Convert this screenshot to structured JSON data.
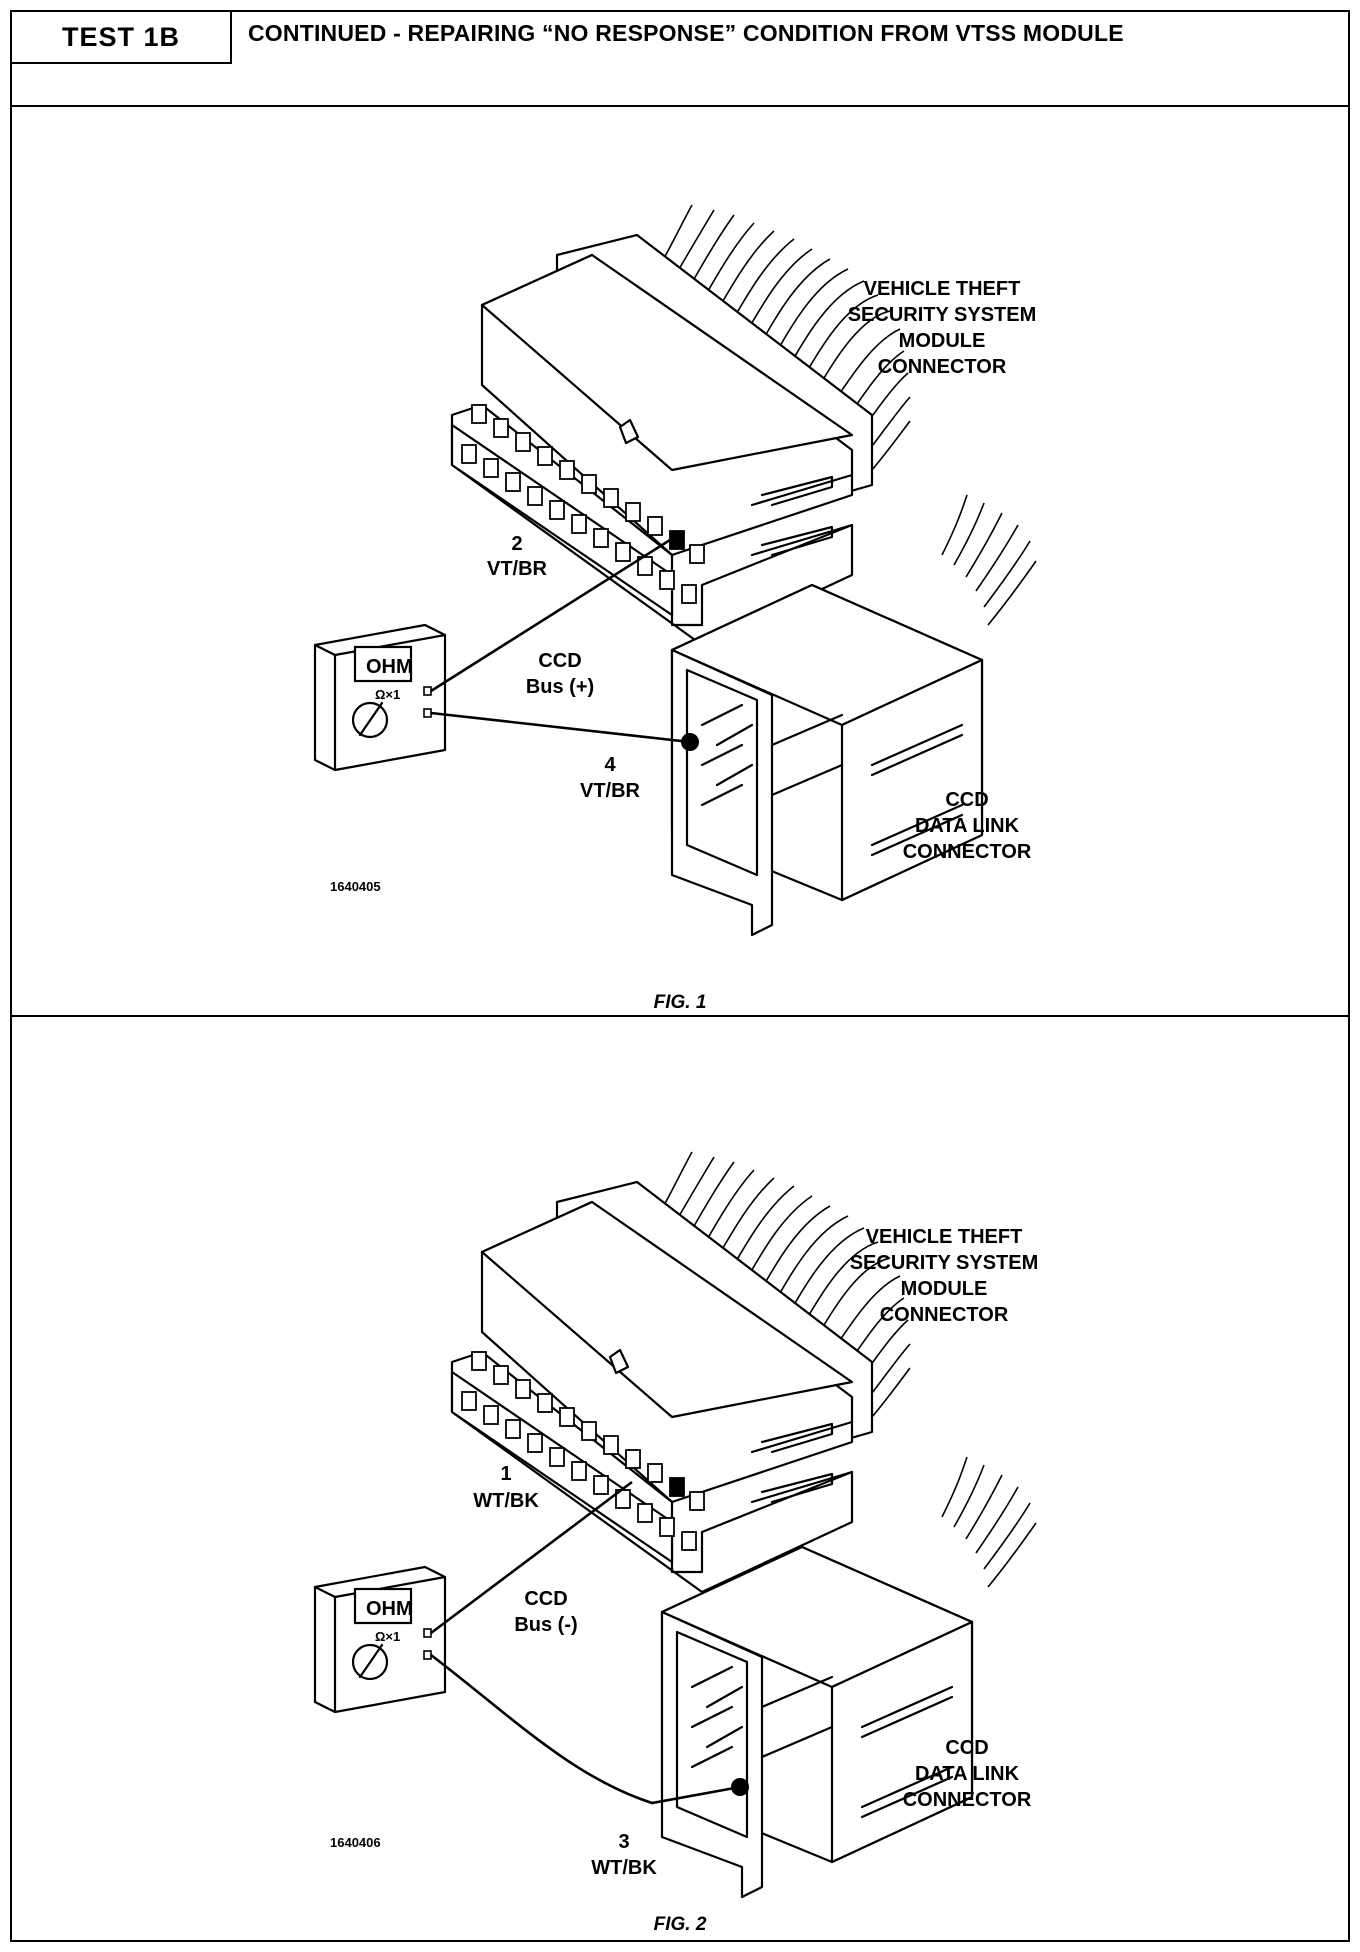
{
  "header": {
    "test_label": "TEST 1B",
    "title": "CONTINUED -  REPAIRING “NO RESPONSE” CONDITION FROM VTSS MODULE"
  },
  "figures": [
    {
      "caption": "FIG. 1",
      "part_number": "1640405",
      "module_connector_label": [
        "VEHICLE THEFT",
        "SECURITY SYSTEM",
        "MODULE",
        "CONNECTOR"
      ],
      "module_pin": {
        "number": "2",
        "color": "VT/BR"
      },
      "bus_label": [
        "CCD",
        "Bus (+)"
      ],
      "link_pin": {
        "number": "4",
        "color": "VT/BR"
      },
      "link_connector_label": [
        "CCD",
        "DATA LINK",
        "CONNECTOR"
      ],
      "meter": {
        "display": "OHM",
        "dial_label": "Ω×1"
      }
    },
    {
      "caption": "FIG. 2",
      "part_number": "1640406",
      "module_connector_label": [
        "VEHICLE THEFT",
        "SECURITY SYSTEM",
        "MODULE",
        "CONNECTOR"
      ],
      "module_pin": {
        "number": "1",
        "color": "WT/BK"
      },
      "bus_label": [
        "CCD",
        "Bus (-)"
      ],
      "link_pin": {
        "number": "3",
        "color": "WT/BK"
      },
      "link_connector_label": [
        "CCD",
        "DATA LINK",
        "CONNECTOR"
      ],
      "meter": {
        "display": "OHM",
        "dial_label": "Ω×1"
      }
    }
  ]
}
